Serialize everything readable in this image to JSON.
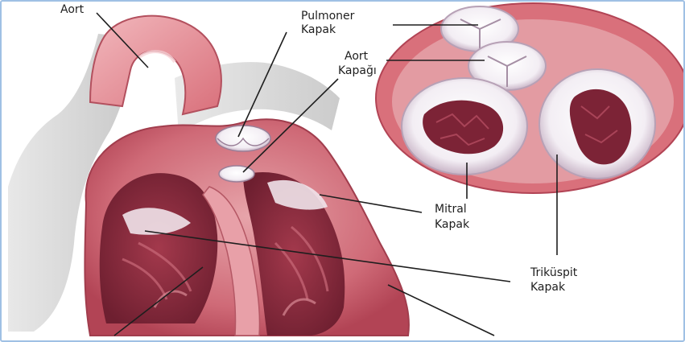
{
  "labels": {
    "aort": "Aort",
    "pulmoner_line1": "Pulmoner",
    "pulmoner_line2": "Kapak",
    "aort_kapagi_line1": "Aort",
    "aort_kapagi_line2": "Kapağı",
    "mitral_line1": "Mitral",
    "mitral_line2": "Kapak",
    "trikuspit_line1": "Triküspit",
    "trikuspit_line2": "Kapak"
  },
  "colors": {
    "frame_border": "#9fc0e4",
    "muscle": "#c85a68",
    "muscle_light": "#e49aa0",
    "cavity": "#8e2b3d",
    "valve": "#ece6ee",
    "vessel_grey": "#d9d9d9",
    "leader_line": "#1e1e1e"
  }
}
